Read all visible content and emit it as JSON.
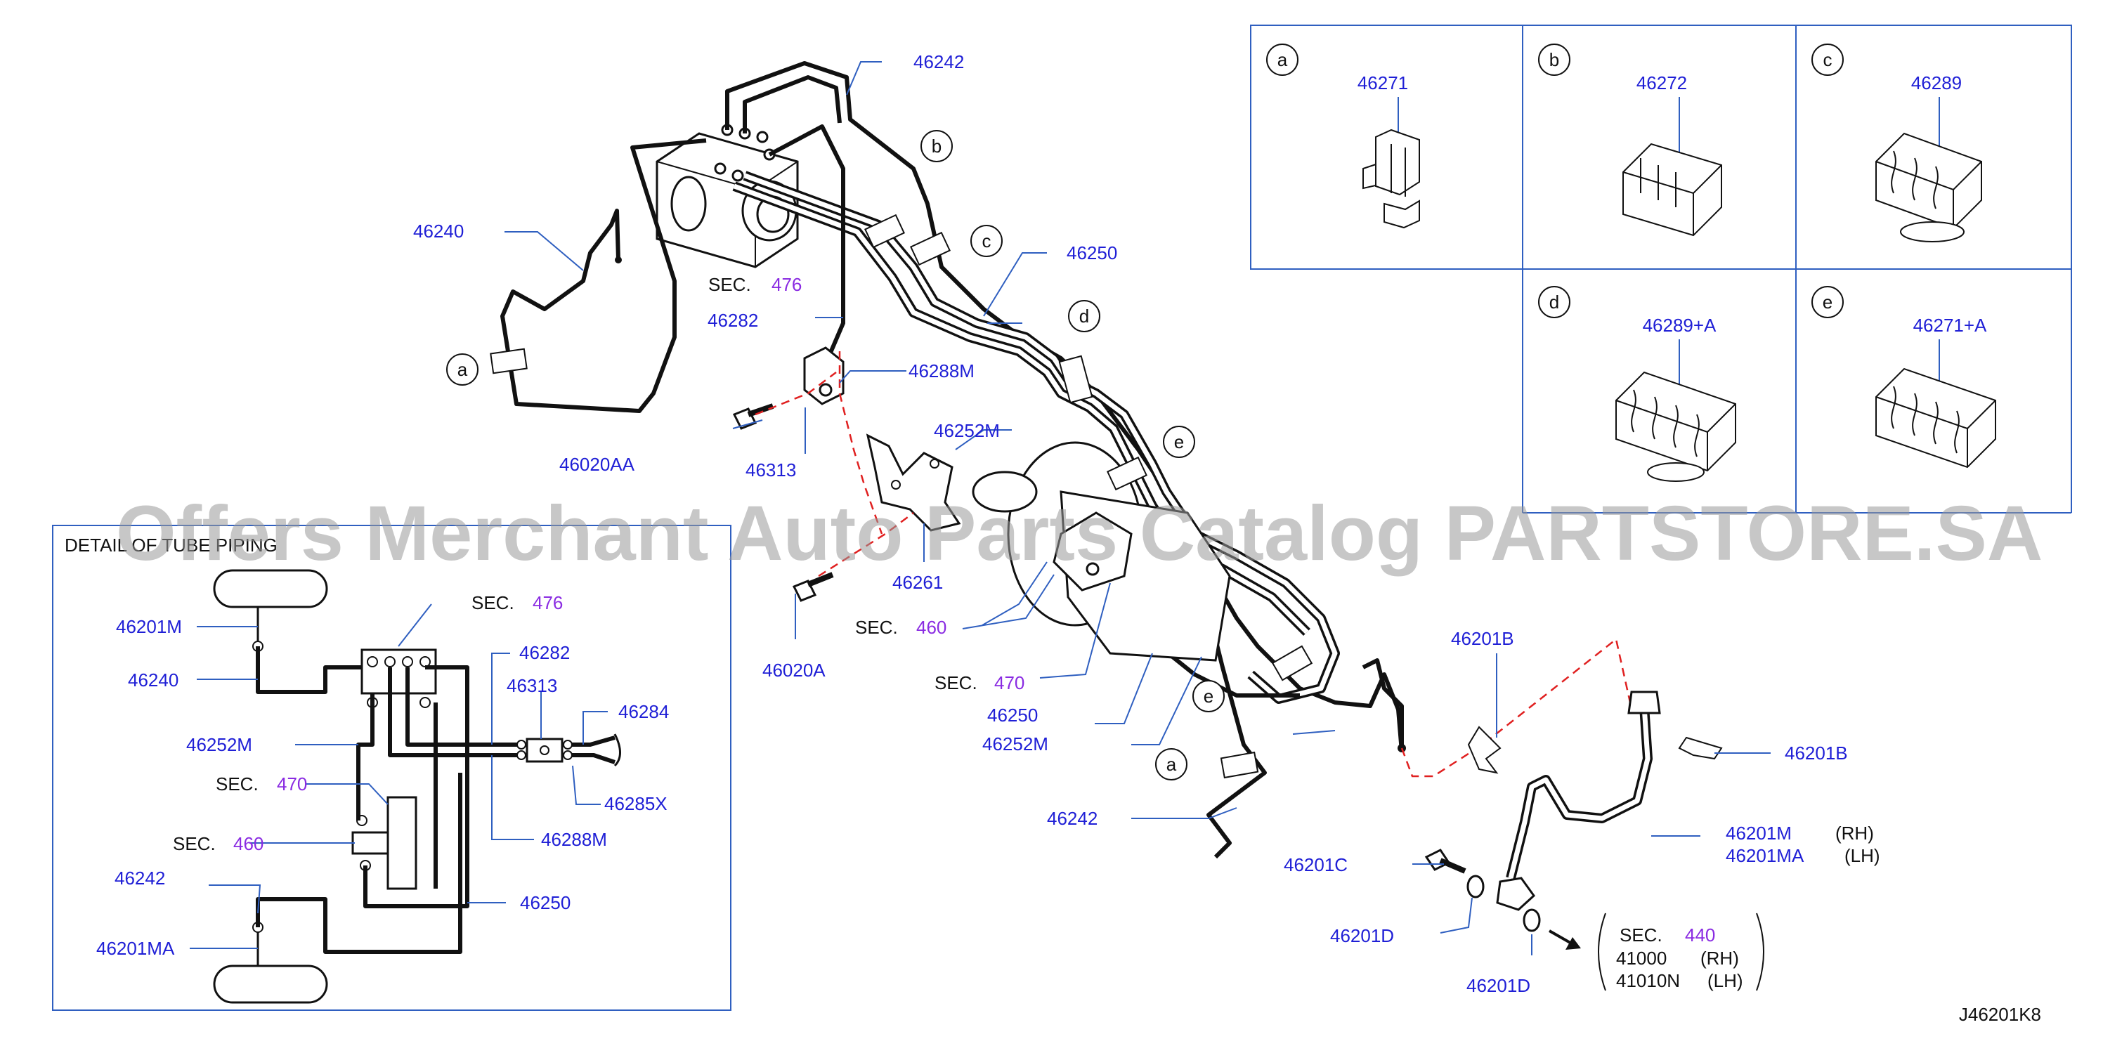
{
  "diagram": {
    "code": "J46201K8",
    "watermark": "Offers Merchant Auto Parts Catalog PARTSTORE.SA",
    "detail_title": "DETAIL OF TUBE PIPING",
    "parts": {
      "p46242_top": "46242",
      "p46240": "46240",
      "p46282": "46282",
      "p46288M": "46288M",
      "p46252M_mid": "46252M",
      "p46020AA": "46020AA",
      "p46313": "46313",
      "p46250_top": "46250",
      "p46261": "46261",
      "p46020A": "46020A",
      "p46250_low": "46250",
      "p46252M_low": "46252M",
      "p46242_low": "46242",
      "p46201B_a": "46201B",
      "p46201B_b": "46201B",
      "p46201M": "46201M",
      "p46201MA": "46201MA",
      "rh": "(RH)",
      "lh": "(LH)",
      "p46201C": "46201C",
      "p46201D_a": "46201D",
      "p46201D_b": "46201D",
      "p41000": "41000",
      "p41010N": "41010N",
      "rh2": "(RH)",
      "lh2": "(LH)"
    },
    "sections": {
      "sec_label": "SEC.",
      "s476": "476",
      "s460": "460",
      "s470": "470",
      "s440": "440"
    },
    "callouts": {
      "a": "a",
      "b": "b",
      "c": "c",
      "d": "d",
      "e": "e"
    },
    "clip_table": [
      {
        "letter": "a",
        "part": "46271"
      },
      {
        "letter": "b",
        "part": "46272"
      },
      {
        "letter": "c",
        "part": "46289"
      },
      {
        "letter": "d",
        "part": "46289+A"
      },
      {
        "letter": "e",
        "part": "46271+A"
      }
    ],
    "detail": {
      "p46201M": "46201M",
      "p46240": "46240",
      "p46282": "46282",
      "p46313": "46313",
      "p46284": "46284",
      "p46252M": "46252M",
      "p46285X": "46285X",
      "p46288M": "46288M",
      "p46242": "46242",
      "p46250": "46250",
      "p46201MA": "46201MA"
    }
  }
}
